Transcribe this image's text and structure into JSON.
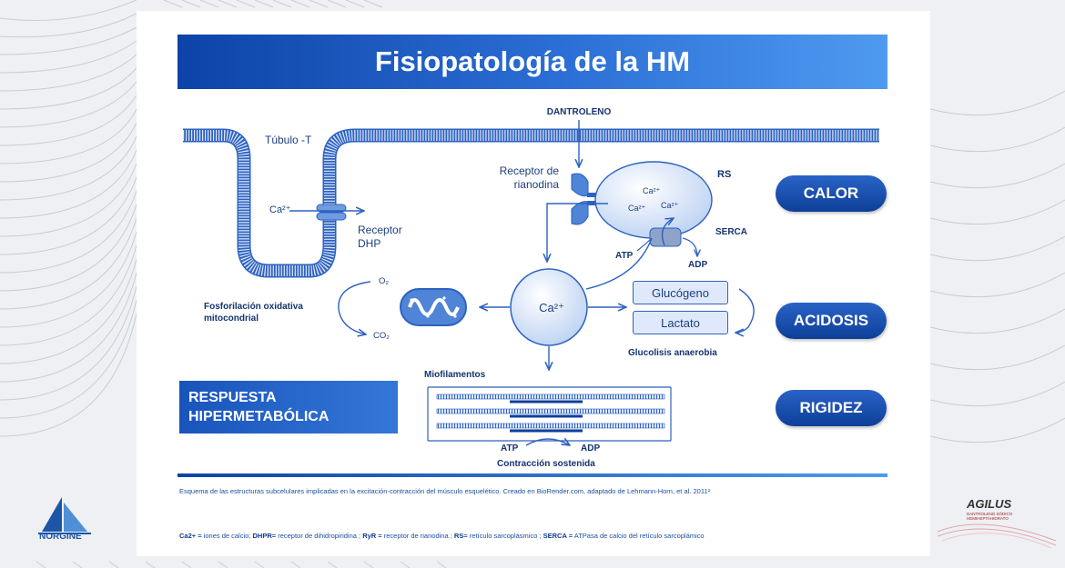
{
  "title": "Fisiopatología de la HM",
  "labels": {
    "dantroleno": "DANTROLENO",
    "tubulo": "Túbulo -T",
    "ca_tubulo": "Ca²⁺",
    "receptor_dhp_1": "Receptor",
    "receptor_dhp_2": "DHP",
    "receptor_rian_1": "Receptor de",
    "receptor_rian_2": "rianodina",
    "rs": "RS",
    "ca_rs_1": "Ca²⁺",
    "ca_rs_2": "Ca²⁺",
    "ca_rs_3": "Ca²⁺",
    "serca": "SERCA",
    "atp_serca": "ATP",
    "adp_serca": "ADP",
    "o2": "O₂",
    "co2": "CO₂",
    "fosforilacion_1": "Fosforilación oxidativa",
    "fosforilacion_2": "mitocondrial",
    "ca_central": "Ca²⁺",
    "glucogeno": "Glucógeno",
    "lactato": "Lactato",
    "glucolisis": "Glucolisis anaerobia",
    "miofilamentos": "Miofilamentos",
    "atp_contr": "ATP",
    "adp_contr": "ADP",
    "contraccion": "Contracción sostenida"
  },
  "pills": {
    "calor": "CALOR",
    "acidosis": "ACIDOSIS",
    "rigidez": "RIGIDEZ"
  },
  "respuesta": {
    "line1": "RESPUESTA",
    "line2": "HIPERMETABÓLICA"
  },
  "caption": "Esquema de las estructuras subcelulares implicadas en la excitación-contracción del músculo esquelético. Creado en BioRender.com, adaptado de Lehmann-Horn, et al. 2011²",
  "legend": {
    "k1": "Ca2+ =",
    "v1": " iones de calcio; ",
    "k2": "DHPR=",
    "v2": " receptor de dihidropiridina ; ",
    "k3": "RyR =",
    "v3": " receptor de rianodina ; ",
    "k4": "RS=",
    "v4": " retículo sarcoplásmico ; ",
    "k5": "SERCA =",
    "v5": " ATPasa de calcio del retículo sarcoplámico"
  },
  "logos": {
    "norgine": "NORGINE",
    "agilus": "AGILUS",
    "agilus_sub": "DANTROLENO SÓDICO HEMIHEPTAHIDRATO"
  },
  "colors": {
    "primary_blue": "#0d43a8",
    "light_blue": "#4f9af0",
    "fill_blue": "#dfe9fb",
    "line_blue": "#2e62c0"
  }
}
